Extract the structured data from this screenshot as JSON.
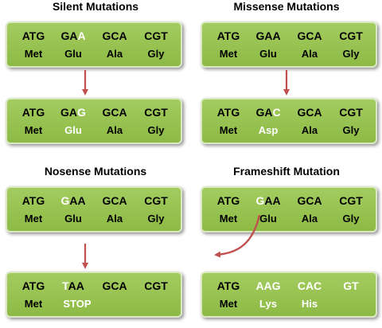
{
  "panels": [
    {
      "title": "Silent Mutations",
      "original": {
        "codons": [
          [
            "ATG"
          ],
          [
            "GA",
            "A"
          ],
          [
            "GCA"
          ],
          [
            "CGT"
          ]
        ],
        "aminos": [
          [
            "Met",
            false
          ],
          [
            "Glu",
            false
          ],
          [
            "Ala",
            false
          ],
          [
            "Gly",
            false
          ]
        ]
      },
      "mutated": {
        "codons": [
          [
            "ATG"
          ],
          [
            "GA",
            "G"
          ],
          [
            "GCA"
          ],
          [
            "CGT"
          ]
        ],
        "aminos": [
          [
            "Met",
            false
          ],
          [
            "Glu",
            true
          ],
          [
            "Ala",
            false
          ],
          [
            "Gly",
            false
          ]
        ]
      }
    },
    {
      "title": "Missense Mutations",
      "original": {
        "codons": [
          [
            "ATG"
          ],
          [
            "GAA"
          ],
          [
            "GCA"
          ],
          [
            "CGT"
          ]
        ],
        "aminos": [
          [
            "Met",
            false
          ],
          [
            "Glu",
            false
          ],
          [
            "Ala",
            false
          ],
          [
            "Gly",
            false
          ]
        ]
      },
      "mutated": {
        "codons": [
          [
            "ATG"
          ],
          [
            "GA",
            "C"
          ],
          [
            "GCA"
          ],
          [
            "CGT"
          ]
        ],
        "aminos": [
          [
            "Met",
            false
          ],
          [
            "Asp",
            true
          ],
          [
            "Ala",
            false
          ],
          [
            "Gly",
            false
          ]
        ]
      }
    },
    {
      "title": "Nosense Mutations",
      "original": {
        "codons": [
          [
            "ATG"
          ],
          [
            "",
            "G",
            "AA"
          ],
          [
            "GCA"
          ],
          [
            "CGT"
          ]
        ],
        "aminos": [
          [
            "Met",
            false
          ],
          [
            "Glu",
            false
          ],
          [
            "Ala",
            false
          ],
          [
            "Gly",
            false
          ]
        ]
      },
      "mutated": {
        "codons": [
          [
            "ATG"
          ],
          [
            "",
            "T",
            "AA"
          ],
          [
            "GCA"
          ],
          [
            "CGT"
          ]
        ],
        "aminos": [
          [
            "Met",
            false
          ],
          [
            "STOP",
            true
          ]
        ]
      }
    },
    {
      "title": "Frameshift Mutation",
      "original": {
        "codons": [
          [
            "ATG"
          ],
          [
            "",
            "G",
            "AA"
          ],
          [
            "GCA"
          ],
          [
            "CGT"
          ]
        ],
        "aminos": [
          [
            "Met",
            false
          ],
          [
            "Glu",
            false
          ],
          [
            "Ala",
            false
          ],
          [
            "Gly",
            false
          ]
        ]
      },
      "mutated": {
        "codons": [
          [
            "ATG"
          ],
          [
            "",
            "AAG"
          ],
          [
            "",
            "CAC"
          ],
          [
            "",
            "GT"
          ]
        ],
        "aminos": [
          [
            "Met",
            false
          ],
          [
            "Lys",
            true
          ],
          [
            "His",
            true
          ]
        ]
      }
    }
  ],
  "colors": {
    "box_fill": "#98c452",
    "highlight_text": "#ffffff",
    "arrow": "#c0504d"
  }
}
